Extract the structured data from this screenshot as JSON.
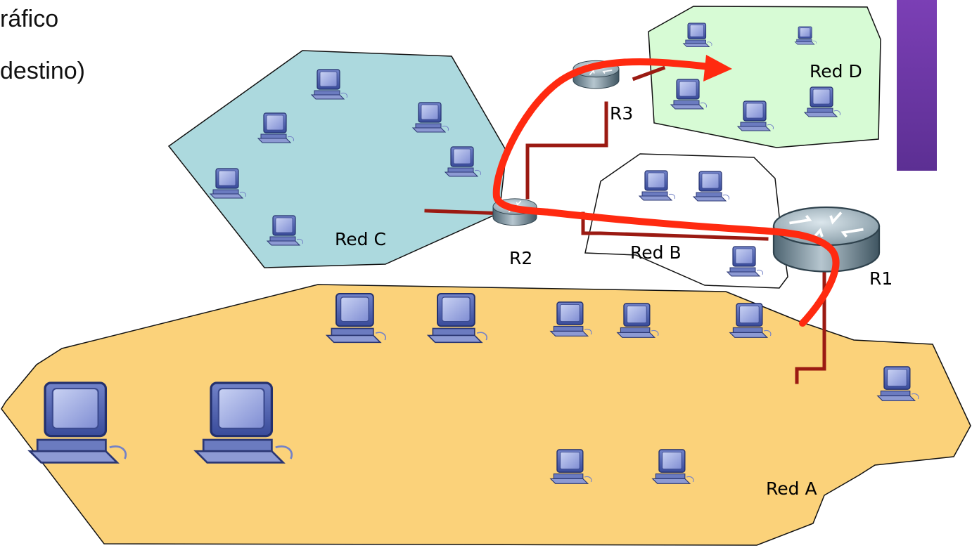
{
  "slide_text": {
    "line_1": "ráfico",
    "line_2": "destino)"
  },
  "networks": {
    "a": "Red A",
    "b": "Red B",
    "c": "Red C",
    "d": "Red D"
  },
  "routers": {
    "r1": "R1",
    "r2": "R2",
    "r3": "R3"
  },
  "colors": {
    "red_a_fill": "#fbd27a",
    "red_b_fill": "#ffffff",
    "red_c_fill": "#acd9de",
    "red_d_fill": "#d7fbd5",
    "link": "#9b1a12",
    "route_arrow": "#ff2a10",
    "accent_tab": "#6a36a6"
  },
  "icons": {
    "host": "desktop-computer-icon",
    "router": "router-icon"
  }
}
